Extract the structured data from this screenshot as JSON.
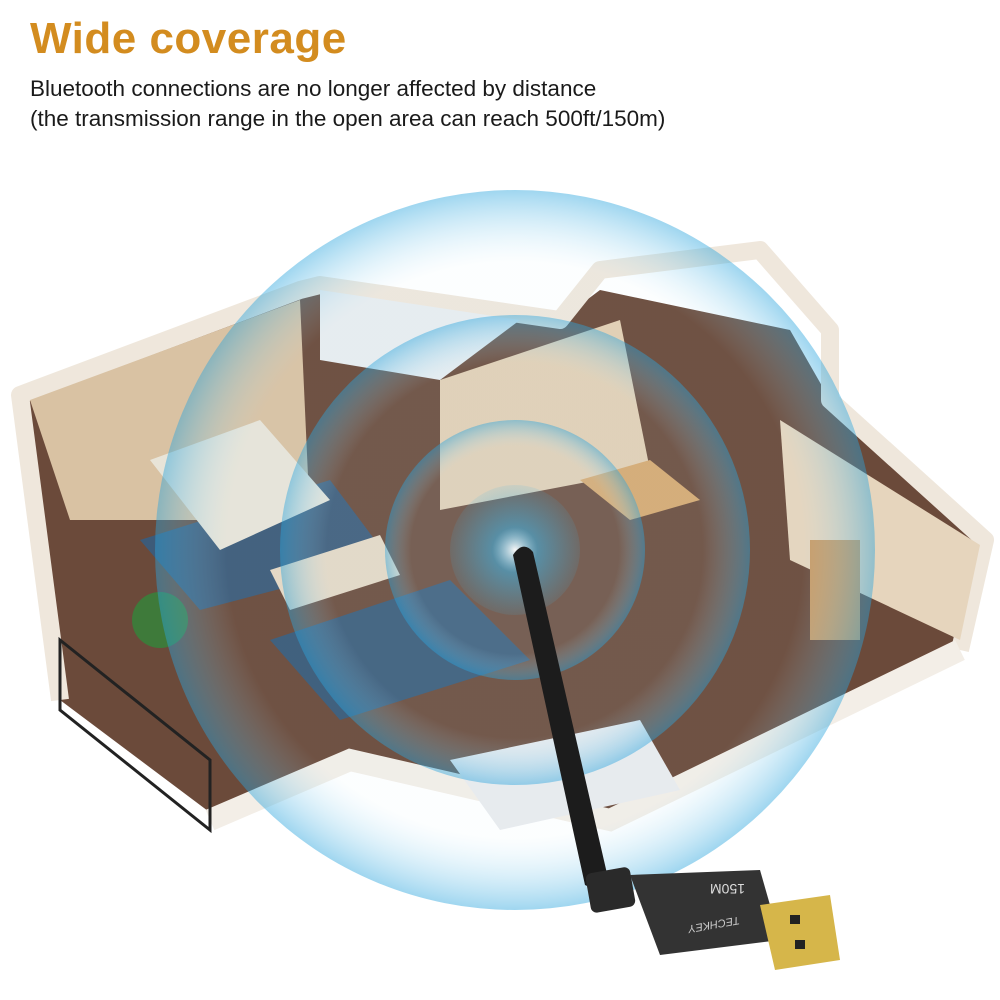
{
  "header": {
    "title": "Wide coverage",
    "line1": "Bluetooth connections are no longer affected by distance",
    "line2": "(the transmission range in the open area can reach 500ft/150m)"
  },
  "product": {
    "brand_logo": "TECHKEY",
    "speed_label": "150M"
  },
  "colors": {
    "title": "#d38c1f",
    "signal": "#3fb4e6",
    "floor": "#6b4a3a",
    "wall": "#efe7dc"
  }
}
